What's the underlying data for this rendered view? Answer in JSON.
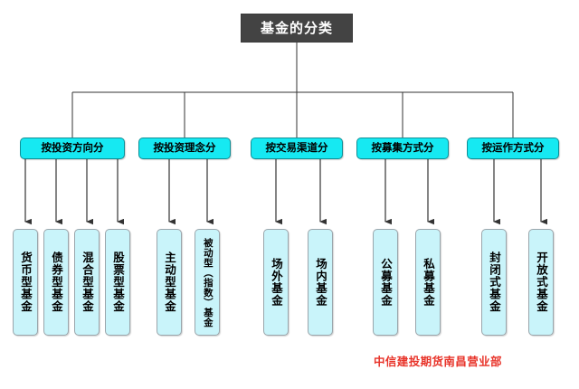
{
  "diagram": {
    "type": "organizational-tree",
    "title": "基金的分类",
    "root": {
      "label": "基金的分类"
    },
    "colors": {
      "root_fill": "#434343",
      "root_text": "#ffffff",
      "category_fill": "#16e9f2",
      "category_border": "#0f8f96",
      "leaf_fill": "#c9f4fa",
      "leaf_border": "#9aa5ab",
      "connector": "#333333",
      "watermark": "#e8342a",
      "background": "#ffffff"
    },
    "categories": [
      {
        "label": "按投资方向分",
        "children": [
          {
            "label": "货币型基金"
          },
          {
            "label": "债券型基金"
          },
          {
            "label": "混合型基金"
          },
          {
            "label": "股票型基金"
          }
        ]
      },
      {
        "label": "按投资理念分",
        "children": [
          {
            "label": "主动型基金"
          },
          {
            "label": "被动型（指数）基金"
          }
        ]
      },
      {
        "label": "按交易渠道分",
        "children": [
          {
            "label": "场外基金"
          },
          {
            "label": "场内基金"
          }
        ]
      },
      {
        "label": "按募集方式分",
        "children": [
          {
            "label": "公募基金"
          },
          {
            "label": "私募基金"
          }
        ]
      },
      {
        "label": "按运作方式分",
        "children": [
          {
            "label": "封闭式基金"
          },
          {
            "label": "开放式基金"
          }
        ]
      }
    ]
  },
  "watermark": {
    "text": "中信建投期货南昌营业部"
  }
}
